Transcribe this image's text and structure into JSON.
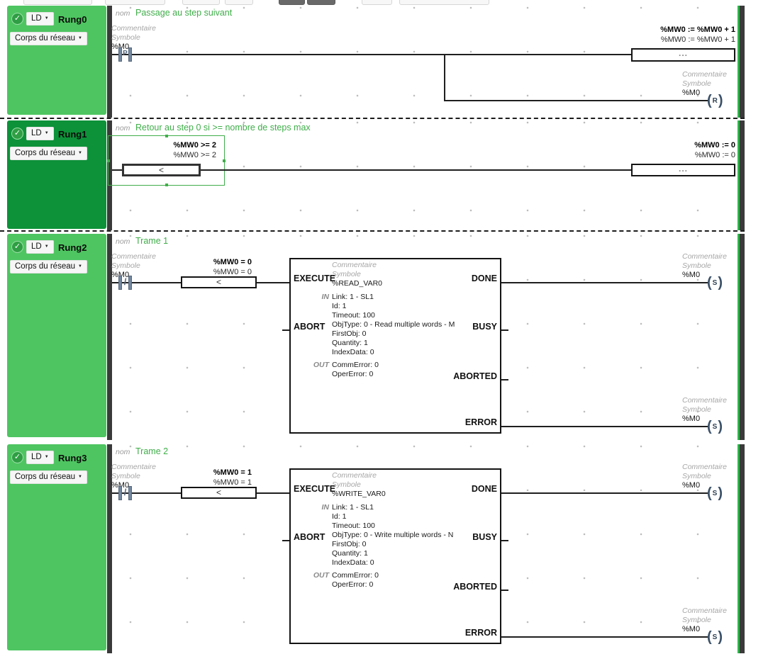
{
  "colors": {
    "rung_green": "#4ec561",
    "rung_green_selected": "#0d9239",
    "title_green": "#3fae49",
    "rail_dark": "#3a3a3a",
    "contact_blue": "#55677c",
    "coil_blue": "#3a5068"
  },
  "common": {
    "nom_label": "nom",
    "comment_label": "Commentaire",
    "symbol_label": "Symbole",
    "language": "LD",
    "body_selector": "Corps du réseau"
  },
  "rungs": [
    {
      "name": "Rung0",
      "title": "Passage au step suivant",
      "left": {
        "operand": "%M0",
        "contact_letter": "P"
      },
      "operation": {
        "label_bold": "%MW0 := %MW0 + 1",
        "label_plain": "%MW0 := %MW0 + 1",
        "body": "..."
      },
      "coil": {
        "operand": "%M0",
        "letter": "R"
      }
    },
    {
      "name": "Rung1",
      "title": "Retour au step 0 si >= nombre de steps max",
      "comparison": {
        "label_bold": "%MW0 >= 2",
        "label_plain": "%MW0 >= 2",
        "body": "<"
      },
      "operation": {
        "label_bold": "%MW0 := 0",
        "label_plain": "%MW0 := 0",
        "body": "..."
      }
    },
    {
      "name": "Rung2",
      "title": "Trame 1",
      "left": {
        "operand": "%M0",
        "contact_letter": "/"
      },
      "comparison": {
        "label_bold": "%MW0 = 0",
        "label_plain": "%MW0 = 0",
        "body": "<"
      },
      "fblock": {
        "symbol": "%READ_VAR0",
        "in_label": "IN",
        "out_label": "OUT",
        "pins_left": [
          "EXECUTE",
          "ABORT"
        ],
        "pins_right": [
          "DONE",
          "BUSY",
          "ABORTED",
          "ERROR"
        ],
        "in_lines": [
          "Link: 1 - SL1",
          "Id: 1",
          "Timeout: 100",
          "ObjType: 0 - Read multiple words - M",
          "FirstObj: 0",
          "Quantity: 1",
          "IndexData: 0"
        ],
        "out_lines": [
          "CommError: 0",
          "OperError: 0"
        ]
      },
      "coil_done": {
        "operand": "%M0",
        "letter": "S"
      },
      "coil_error": {
        "operand": "%M0",
        "letter": "S"
      }
    },
    {
      "name": "Rung3",
      "title": "Trame 2",
      "left": {
        "operand": "%M0",
        "contact_letter": "/"
      },
      "comparison": {
        "label_bold": "%MW0 = 1",
        "label_plain": "%MW0 = 1",
        "body": "<"
      },
      "fblock": {
        "symbol": "%WRITE_VAR0",
        "in_label": "IN",
        "out_label": "OUT",
        "pins_left": [
          "EXECUTE",
          "ABORT"
        ],
        "pins_right": [
          "DONE",
          "BUSY",
          "ABORTED",
          "ERROR"
        ],
        "in_lines": [
          "Link: 1 - SL1",
          "Id: 1",
          "Timeout: 100",
          "ObjType: 0 - Write multiple words - N",
          "FirstObj: 0",
          "Quantity: 1",
          "IndexData: 0"
        ],
        "out_lines": [
          "CommError: 0",
          "OperError: 0"
        ]
      },
      "coil_done": {
        "operand": "%M0",
        "letter": "S"
      },
      "coil_error": {
        "operand": "%M0",
        "letter": "S"
      }
    }
  ]
}
